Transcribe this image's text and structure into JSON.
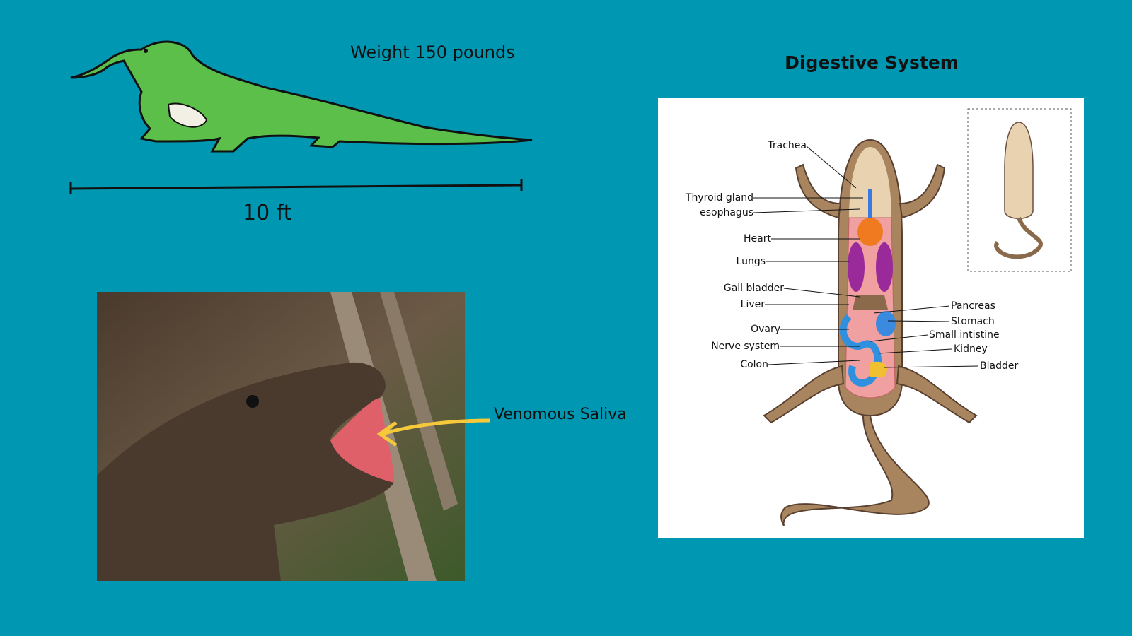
{
  "weight_text": "Weight 150 pounds",
  "length_text": "10 ft",
  "saliva_text": "Venomous Saliva",
  "diagram_title": "Digestive System",
  "labels_left": [
    "Trachea",
    "Thyroid gland",
    "esophagus",
    "Heart",
    "Lungs",
    "Gall bladder",
    "Liver",
    "Ovary",
    "Nerve system",
    "Colon"
  ],
  "labels_right": [
    "Pancreas",
    "Stomach",
    "Small intistine",
    "Kidney",
    "Bladder"
  ],
  "colors": {
    "background": "#0097b2",
    "lizard": "#5cbf4a",
    "arrow": "#f5c93a"
  }
}
